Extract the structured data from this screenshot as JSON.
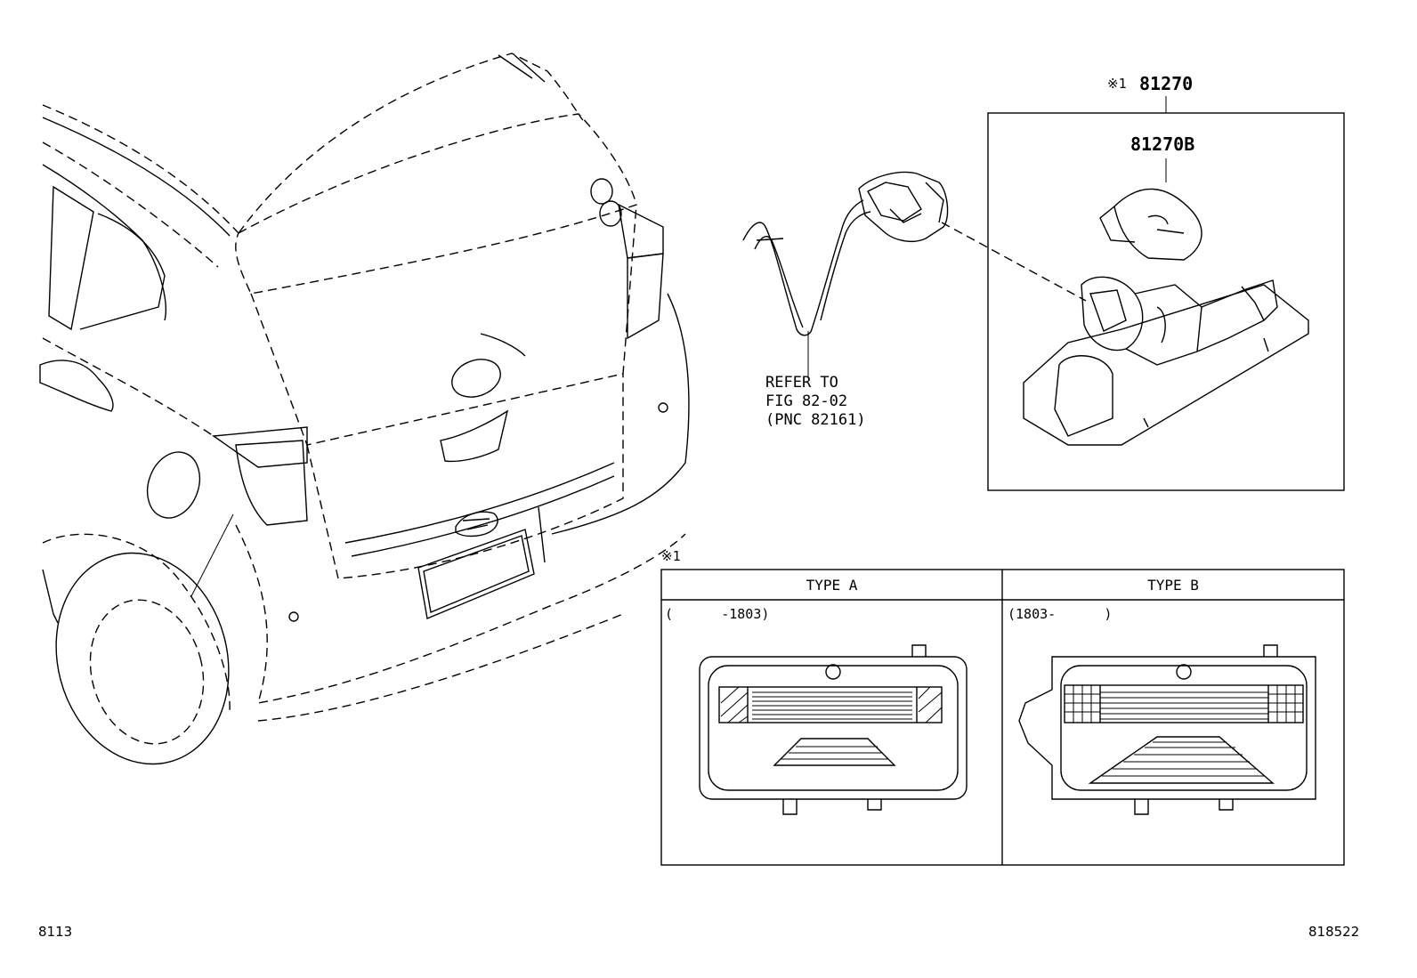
{
  "parts": {
    "assembly_mark": "※1",
    "assembly_number": "81270",
    "bulb_number": "81270B"
  },
  "reference": {
    "line1": "REFER TO",
    "line2": "FIG 82-02",
    "line3": "(PNC 82161)"
  },
  "variants": {
    "mark": "※1",
    "type_a": {
      "title": "TYPE A",
      "range": "(      -1803)"
    },
    "type_b": {
      "title": "TYPE B",
      "range": "(1803-      )"
    }
  },
  "footer": {
    "left_code": "8113",
    "right_code": "818522"
  }
}
